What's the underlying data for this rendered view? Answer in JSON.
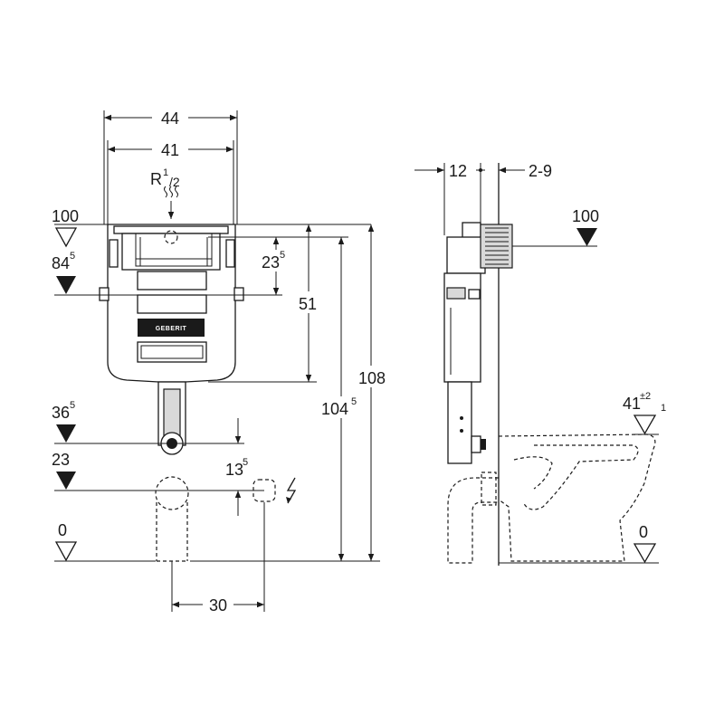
{
  "dimensions": {
    "width_44": "44",
    "width_41": "41",
    "connection_r": "R",
    "connection_sup": "1",
    "connection_sub": "/2",
    "level_100_left": "100",
    "level_84": "84",
    "level_84_sup": "5",
    "dim_23_5": "23",
    "dim_23_5_sup": "5",
    "dim_51": "51",
    "dim_108": "108",
    "dim_104_5": "104",
    "dim_104_5_sup": "5",
    "level_36": "36",
    "level_36_sup": "5",
    "level_23": "23",
    "dim_13_5": "13",
    "dim_13_5_sup": "5",
    "level_0_left": "0",
    "dim_30": "30",
    "dim_12": "12",
    "dim_2_9": "2-9",
    "level_100_right": "100",
    "dim_41_pm": "41",
    "dim_41_pm_sup": "±2",
    "dim_41_pm_sub": "1",
    "level_0_right": "0"
  },
  "brand": {
    "logo": "GEBERIT"
  },
  "icons": {
    "water": "water-supply-icon",
    "electric": "electric-icon",
    "level": "level-triangle-icon"
  }
}
